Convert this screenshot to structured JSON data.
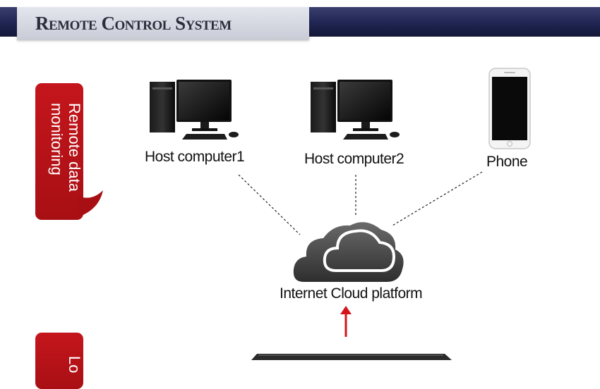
{
  "header": {
    "title": "Remote Control System"
  },
  "side_labels": [
    {
      "text": "Remote data monitoring"
    },
    {
      "text": "Lo"
    }
  ],
  "nodes": {
    "host1": "Host computer1",
    "host2": "Host computer2",
    "phone": "Phone",
    "cloud": "Internet Cloud platform"
  }
}
